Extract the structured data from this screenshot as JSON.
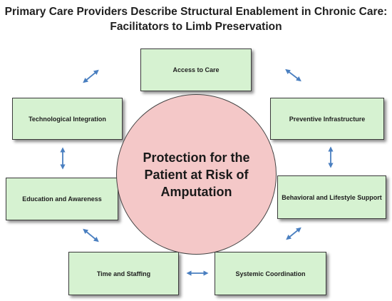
{
  "title": {
    "line1": "Primary Care Providers Describe Structural Enablement in Chronic Care:",
    "line2": "Facilitators to Limb Preservation"
  },
  "center": {
    "line1": "Protection for the",
    "line2": "Patient at Risk of",
    "line3": "Amputation"
  },
  "facilitators": {
    "access": "Access to Care",
    "preventive": "Preventive Infrastructure",
    "behavioral": "Behavioral and Lifestyle Support",
    "systemic": "Systemic Coordination",
    "time": "Time and Staffing",
    "education": "Education and Awareness",
    "technological": "Technological Integration"
  },
  "colors": {
    "box_fill": "#d6f2d1",
    "circle_fill": "#f4c8c8",
    "arrow": "#4a7fc0"
  }
}
